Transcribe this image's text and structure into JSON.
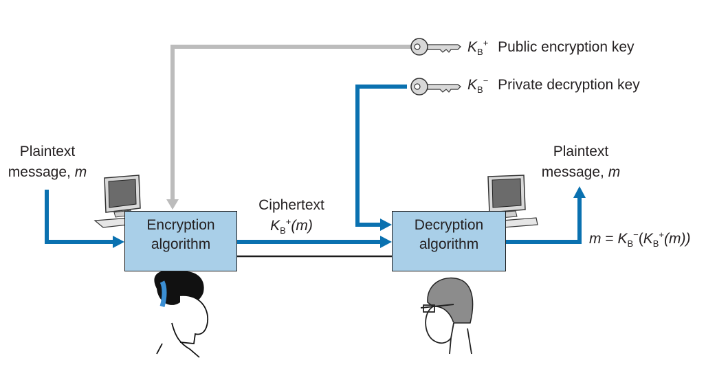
{
  "colors": {
    "blue": "#0a71b0",
    "gray": "#bcbcbc",
    "box": "#a9cfe8",
    "ink": "#231f20"
  },
  "icons": [
    "key-icon",
    "key-icon",
    "computer-icon",
    "computer-icon",
    "alice-person-icon",
    "bob-person-icon"
  ],
  "keys": {
    "public": {
      "K": "K",
      "sub": "B",
      "sup": "+",
      "label": "Public encryption key"
    },
    "private": {
      "K": "K",
      "sub": "B",
      "sup": "−",
      "label": "Private decryption key"
    }
  },
  "left_plaintext": {
    "line1": "Plaintext",
    "line2": "message,",
    "m": "m"
  },
  "right_plaintext": {
    "line1": "Plaintext",
    "line2": "message,",
    "m": "m"
  },
  "encryption_box": {
    "line1": "Encryption",
    "line2": "algorithm"
  },
  "decryption_box": {
    "line1": "Decryption",
    "line2": "algorithm"
  },
  "ciphertext": {
    "label": "Ciphertext",
    "K": "K",
    "sub": "B",
    "sup": "+",
    "arg": "(m)"
  },
  "result_formula": {
    "m": "m",
    "eq": " = ",
    "K1": "K",
    "sub1": "B",
    "sup1": "−",
    "open": "(",
    "K2": "K",
    "sub2": "B",
    "sup2": "+",
    "arg": "(m))"
  }
}
